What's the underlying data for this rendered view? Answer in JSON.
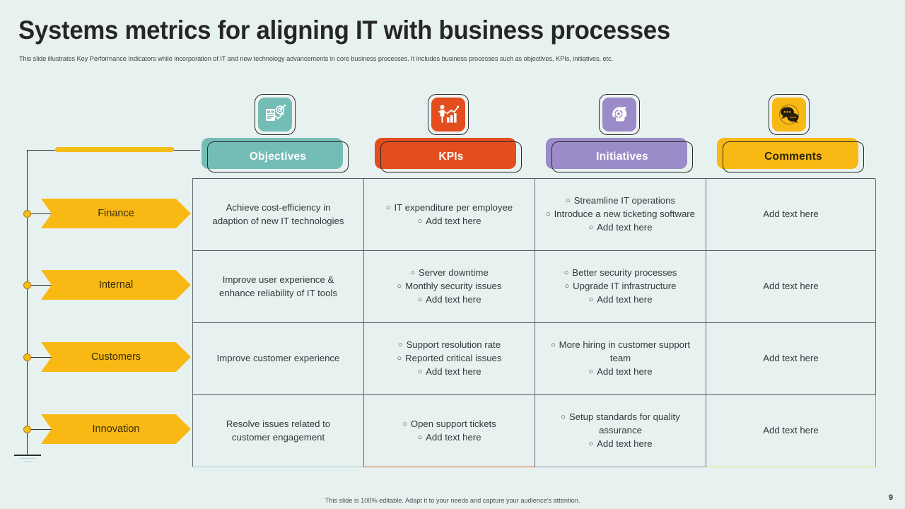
{
  "slide": {
    "title": "Systems metrics for aligning IT with business processes",
    "subtitle": "This slide illustrates Key Performance Indicators while incorporation of IT and new technology advancements in core business processes. It includes business processes such as objectives, KPIs, initiatives, etc.",
    "footer_note": "This slide is 100% editable. Adapt it to your needs and capture your audience's attention.",
    "page_number": "9",
    "background_color": "#e7f2f0"
  },
  "columns": [
    {
      "label": "Objectives",
      "color": "#73bdb6",
      "icon": "document-target-icon"
    },
    {
      "label": "KPIs",
      "color": "#e44d1e",
      "icon": "person-bar-chart-icon"
    },
    {
      "label": "Initiatives",
      "color": "#9b8bc8",
      "icon": "head-gear-icon"
    },
    {
      "label": "Comments",
      "color": "#f9b915",
      "icon": "speech-bubbles-icon"
    }
  ],
  "rows": [
    {
      "category": "Finance",
      "objectives": [
        "Achieve cost-efficiency in",
        "adaption of new IT technologies"
      ],
      "kpis": [
        "IT expenditure per employee",
        "Add text here"
      ],
      "initiatives": [
        "Streamline IT operations",
        "Introduce a new ticketing software",
        "Add text here"
      ],
      "comments": "Add text here"
    },
    {
      "category": "Internal",
      "objectives": [
        "Improve user experience &",
        "enhance reliability  of IT tools"
      ],
      "kpis": [
        "Server downtime",
        "Monthly security issues",
        "Add text here"
      ],
      "initiatives": [
        "Better security processes",
        "Upgrade IT infrastructure",
        "Add text here"
      ],
      "comments": "Add text here"
    },
    {
      "category": "Customers",
      "objectives": [
        "Improve customer experience"
      ],
      "kpis": [
        "Support resolution rate",
        "Reported critical issues",
        "Add text here"
      ],
      "initiatives": [
        "More hiring in customer support team",
        "Add text here"
      ],
      "comments": "Add text here"
    },
    {
      "category": "Innovation",
      "objectives": [
        "Resolve issues related to",
        "customer engagement"
      ],
      "kpis": [
        "Open support tickets",
        "Add text here"
      ],
      "initiatives": [
        "Setup standards for quality assurance",
        "Add text here"
      ],
      "comments": "Add text here"
    }
  ],
  "accent_colors": {
    "yellow": "#f9b915",
    "teal": "#73bdb6",
    "orange": "#e44d1e",
    "purple": "#9b8bc8",
    "line": "#2a2a2a",
    "bottom_objectives": "#9fc9c3",
    "bottom_kpis": "#d9502a",
    "bottom_initiatives": "#7f90bd",
    "bottom_comments": "#ead96a"
  },
  "bullet_glyph": "○"
}
